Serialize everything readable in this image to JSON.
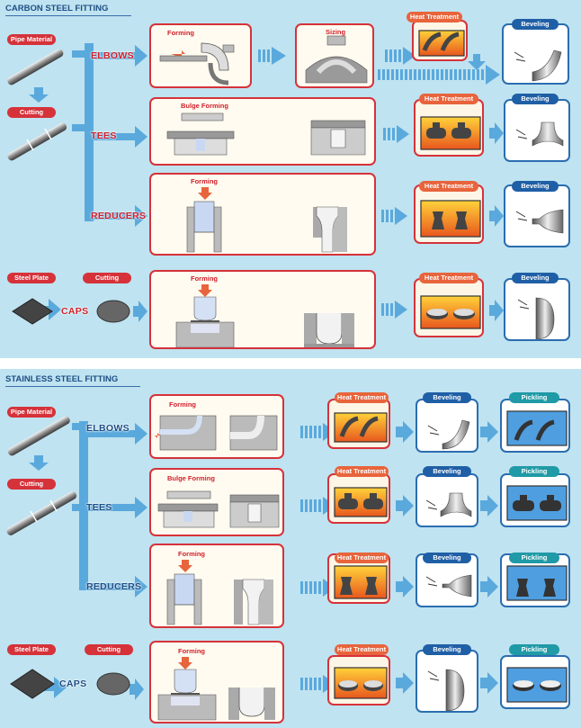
{
  "carbon": {
    "title": "CARBON STEEL FITTING",
    "pipe_material": "Pipe Material",
    "cutting": "Cutting",
    "steel_plate": "Steel Plate",
    "cutting2": "Cutting",
    "rows": {
      "elbows": {
        "label": "ELBOWS",
        "forming": "Forming",
        "sizing": "Sizing",
        "heat": "Heat Treatment",
        "bevel": "Beveling"
      },
      "tees": {
        "label": "TEES",
        "forming": "Bulge Forming",
        "heat": "Heat Treatment",
        "bevel": "Beveling"
      },
      "reducers": {
        "label": "REDUCERS",
        "forming": "Forming",
        "heat": "Heat Treatment",
        "bevel": "Beveling"
      },
      "caps": {
        "label": "CAPS",
        "forming": "Forming",
        "heat": "Heat Treatment",
        "bevel": "Beveling"
      }
    }
  },
  "stainless": {
    "title": "STAINLESS STEEL FITTING",
    "pipe_material": "Pipe Material",
    "cutting": "Cutting",
    "steel_plate": "Steel Plate",
    "cutting2": "Cutting",
    "rows": {
      "elbows": {
        "label": "ELBOWS",
        "forming": "Forming",
        "heat": "Heat Treatment",
        "bevel": "Beveling",
        "pickling": "Pickling"
      },
      "tees": {
        "label": "TEES",
        "forming": "Bulge Forming",
        "heat": "Heat Treatment",
        "bevel": "Beveling",
        "pickling": "Pickling"
      },
      "reducers": {
        "label": "REDUCERS",
        "forming": "Forming",
        "heat": "Heat Treatment",
        "bevel": "Beveling",
        "pickling": "Pickling"
      },
      "caps": {
        "label": "CAPS",
        "forming": "Forming",
        "heat": "Heat Treatment",
        "bevel": "Beveling",
        "pickling": "Pickling"
      }
    }
  }
}
